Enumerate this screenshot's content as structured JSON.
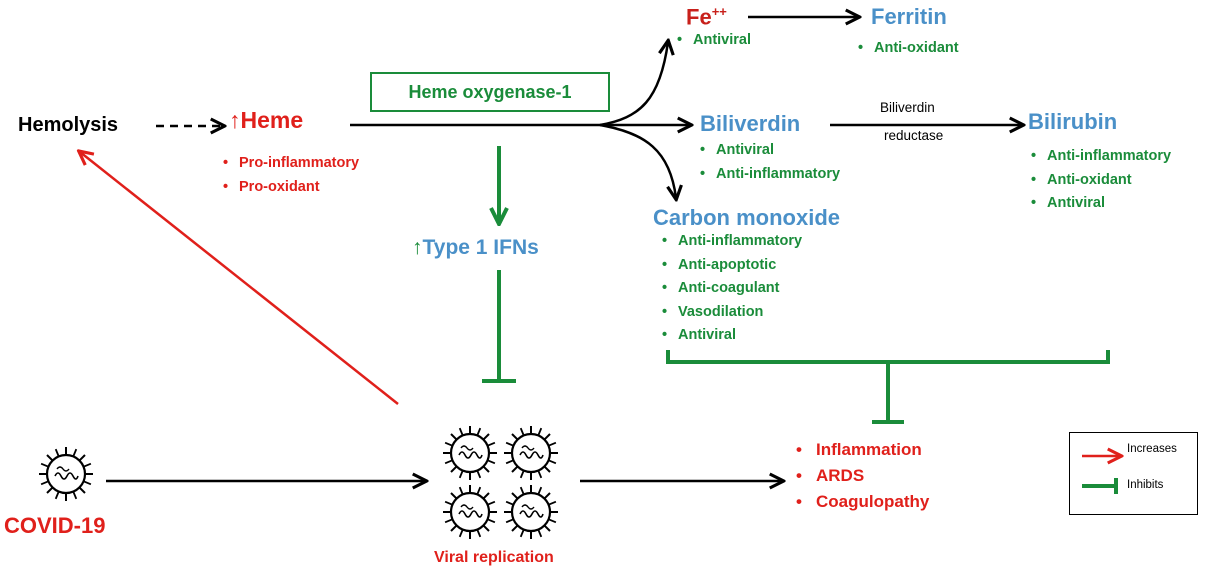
{
  "hemolysis": "Hemolysis",
  "heme": {
    "arrow_glyph": "↑",
    "label": "Heme",
    "effects": [
      "Pro-inflammatory",
      "Pro-oxidant"
    ]
  },
  "ho1": "Heme oxygenase-1",
  "ifn": {
    "arrow_glyph": "↑",
    "label": "Type 1 IFNs"
  },
  "iron": {
    "label": "Fe",
    "superscript": "++",
    "effects": [
      "Antiviral"
    ]
  },
  "ferritin": {
    "label": "Ferritin",
    "effects": [
      "Anti-oxidant"
    ]
  },
  "biliverdin": {
    "label": "Biliverdin",
    "effects": [
      "Antiviral",
      "Anti-inflammatory"
    ]
  },
  "reductase": {
    "line1": "Biliverdin",
    "line2": "reductase"
  },
  "bilirubin": {
    "label": "Bilirubin",
    "effects": [
      "Anti-inflammatory",
      "Anti-oxidant",
      "Antiviral"
    ]
  },
  "co": {
    "label": "Carbon monoxide",
    "effects": [
      "Anti-inflammatory",
      "Anti-apoptotic",
      "Anti-coagulant",
      "Vasodilation",
      "Antiviral"
    ]
  },
  "covid": "COVID-19",
  "replication": "Viral replication",
  "outcomes": [
    "Inflammation",
    "ARDS",
    "Coagulopathy"
  ],
  "bullet": "•",
  "legend": {
    "increases": "Increases",
    "inhibits": "Inhibits"
  },
  "colors": {
    "red": "#e0201b",
    "green": "#1a8c3a",
    "blue": "#4a90c8",
    "black": "#000000"
  }
}
